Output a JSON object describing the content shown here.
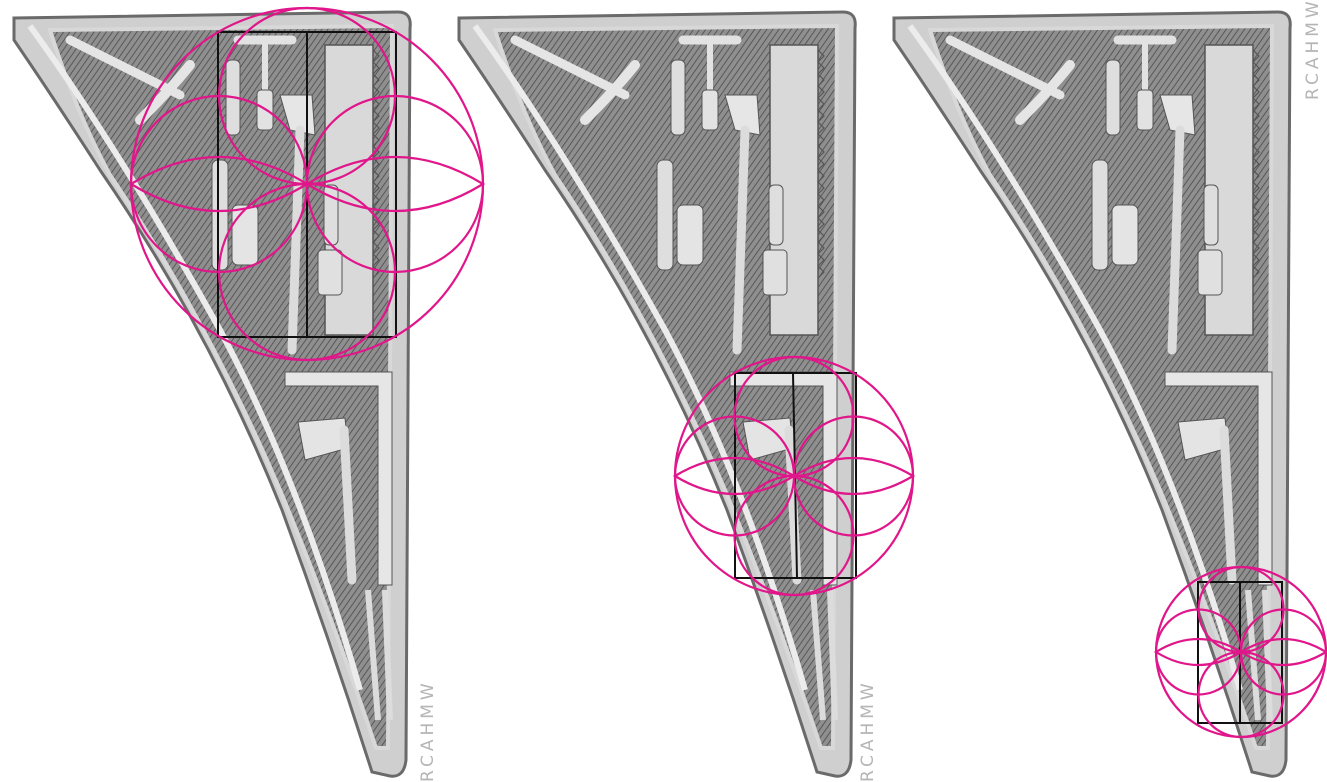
{
  "panels": [
    {
      "id": "panel-1",
      "overlay": "upper"
    },
    {
      "id": "panel-2",
      "overlay": "middle"
    },
    {
      "id": "panel-3",
      "overlay": "lower"
    }
  ],
  "credits": [
    "RCAHMW",
    "RCAHMW",
    "RCAHMW"
  ],
  "colors": {
    "overlay_circles": "#e0168a",
    "overlay_rectangles": "#111111",
    "carving_light": "#d6d6d6",
    "carving_mid": "#8a8a8a",
    "carving_dark": "#3a3a3a"
  }
}
